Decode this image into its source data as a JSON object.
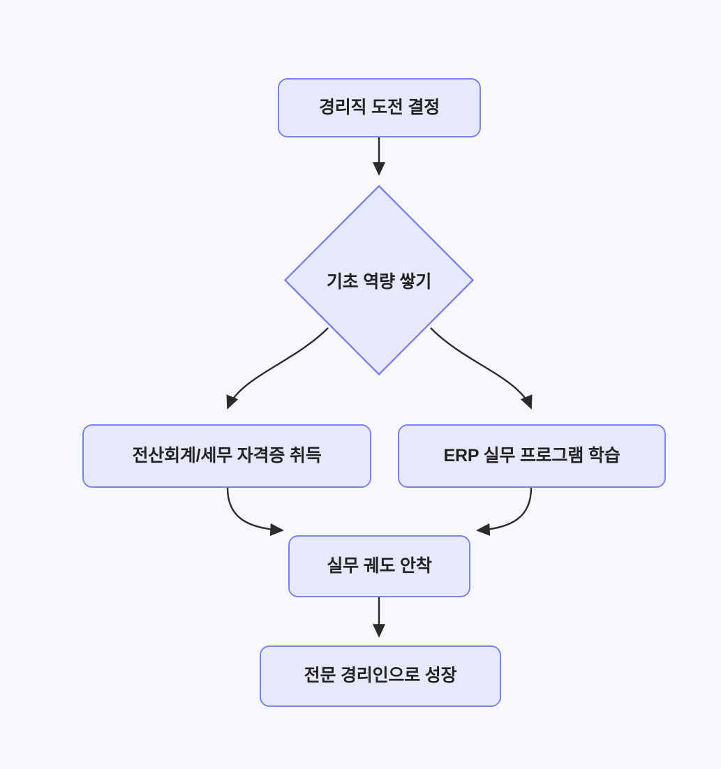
{
  "diagram": {
    "type": "flowchart",
    "direction": "top-to-bottom",
    "title_text": "",
    "colors": {
      "background": "#f7f8fc",
      "node_fill": "#e6e8fb",
      "node_border": "#7c83e8",
      "node_text": "#232323",
      "edge_stroke": "#2b2b2b"
    },
    "nodes": [
      {
        "id": "start",
        "shape": "rounded-rect",
        "label": "경리직 도전 결정"
      },
      {
        "id": "decision",
        "shape": "diamond",
        "label": "기초 역량 쌓기"
      },
      {
        "id": "cert",
        "shape": "rounded-rect",
        "label": "전산회계/세무 자격증 취득"
      },
      {
        "id": "erp",
        "shape": "rounded-rect",
        "label": "ERP 실무 프로그램 학습"
      },
      {
        "id": "settle",
        "shape": "rounded-rect",
        "label": "실무 궤도 안착"
      },
      {
        "id": "goal",
        "shape": "rounded-rect",
        "label": "전문 경리인으로 성장"
      }
    ],
    "edges": [
      {
        "from": "start",
        "to": "decision",
        "label": "",
        "style": "straight-arrow"
      },
      {
        "from": "decision",
        "to": "cert",
        "label": "",
        "style": "curved-arrow"
      },
      {
        "from": "decision",
        "to": "erp",
        "label": "",
        "style": "curved-arrow"
      },
      {
        "from": "cert",
        "to": "settle",
        "label": "",
        "style": "curved-arrow"
      },
      {
        "from": "erp",
        "to": "settle",
        "label": "",
        "style": "curved-arrow"
      },
      {
        "from": "settle",
        "to": "goal",
        "label": "",
        "style": "straight-arrow"
      }
    ]
  }
}
